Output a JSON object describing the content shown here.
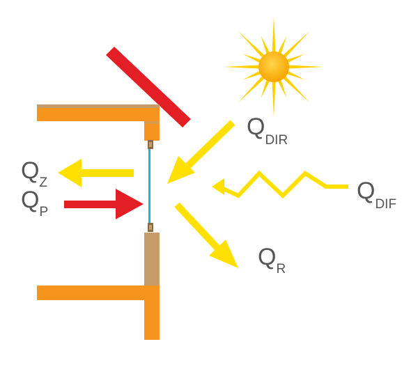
{
  "labels": {
    "q_dir": {
      "main": "Q",
      "sub": "DIR"
    },
    "q_dif": {
      "main": "Q",
      "sub": "DIF"
    },
    "q_z": {
      "main": "Q",
      "sub": "Z"
    },
    "q_p": {
      "main": "Q",
      "sub": "P"
    },
    "q_r": {
      "main": "Q",
      "sub": "R"
    }
  },
  "colors": {
    "sun_core": "#FFB300",
    "sun_rays": "#FFD000",
    "radiation_arrow": "#FFE000",
    "heat_arrow": "#E31E24",
    "shade_panel": "#E31E24",
    "wall_orange": "#F7941D",
    "wall_tan": "#C69C6D",
    "glass": "#29ABE2",
    "label_text": "#555555"
  }
}
